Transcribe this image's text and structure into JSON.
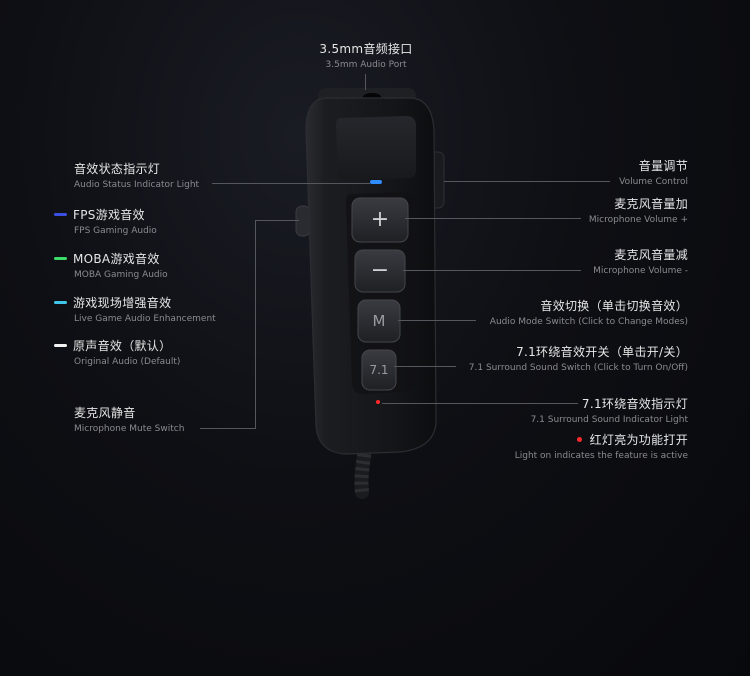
{
  "labels": {
    "audio_port": {
      "cn": "3.5mm音频接口",
      "en": "3.5mm Audio Port"
    },
    "status_light": {
      "cn": "音效状态指示灯",
      "en": "Audio Status Indicator Light"
    },
    "volume_control": {
      "cn": "音量调节",
      "en": "Volume Control"
    },
    "mic_vol_up": {
      "cn": "麦克风音量加",
      "en": "Microphone Volume +"
    },
    "mic_vol_down": {
      "cn": "麦克风音量减",
      "en": "Microphone Volume -"
    },
    "mode_switch": {
      "cn": "音效切换（单击切换音效）",
      "en": "Audio Mode Switch (Click to Change Modes)"
    },
    "surround_switch": {
      "cn": "7.1环绕音效开关（单击开/关）",
      "en": "7.1 Surround Sound Switch (Click to Turn On/Off)"
    },
    "surround_light": {
      "cn": "7.1环绕音效指示灯",
      "en": "7.1 Surround Sound Indicator Light"
    },
    "red_light": {
      "cn": "红灯亮为功能打开",
      "en": "Light on indicates the feature is active"
    },
    "mic_mute": {
      "cn": "麦克风静音",
      "en": "Microphone Mute Switch"
    }
  },
  "legend": [
    {
      "cn": "FPS游戏音效",
      "en": "FPS Gaming Audio",
      "color": "#3b4fe0"
    },
    {
      "cn": "MOBA游戏音效",
      "en": "MOBA Gaming Audio",
      "color": "#3ddc6a"
    },
    {
      "cn": "游戏现场增强音效",
      "en": "Live Game Audio Enhancement",
      "color": "#3fc6ea"
    },
    {
      "cn": "原声音效（默认）",
      "en": "Original Audio (Default)",
      "color": "#f2f2f2"
    }
  ],
  "buttons": {
    "plus": "+",
    "minus": "−",
    "mode": "M",
    "surround": "7.1"
  },
  "colors": {
    "indicator_blue": "#2f8cff",
    "indicator_red": "#ff2a2a",
    "line": "#55575e"
  }
}
